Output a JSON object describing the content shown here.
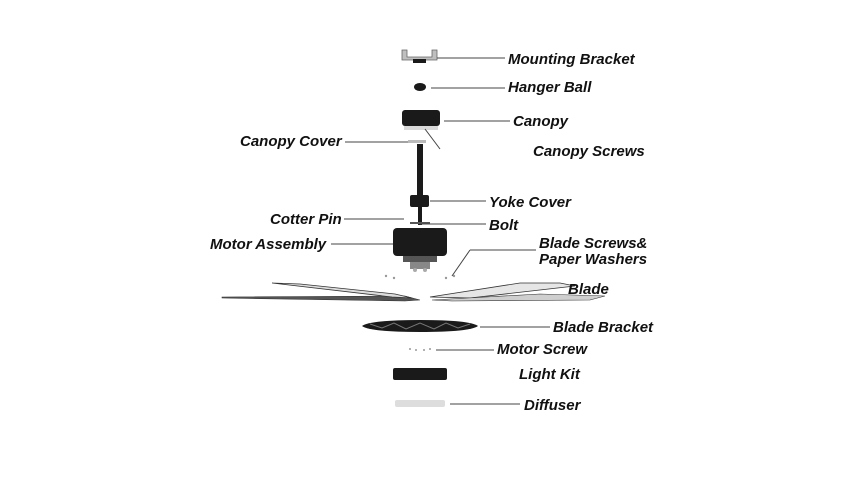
{
  "labels": {
    "mounting_bracket": "Mounting Bracket",
    "hanger_ball": "Hanger Ball",
    "canopy": "Canopy",
    "canopy_cover": "Canopy Cover",
    "canopy_screws": "Canopy Screws",
    "yoke_cover": "Yoke Cover",
    "cotter_pin": "Cotter Pin",
    "bolt": "Bolt",
    "motor_assembly": "Motor Assembly",
    "blade_screws_line1": "Blade Screws&",
    "blade_screws_line2": "Paper Washers",
    "blade": "Blade",
    "blade_bracket": "Blade Bracket",
    "motor_screw": "Motor Screw",
    "light_kit": "Light Kit",
    "diffuser": "Diffuser"
  },
  "colors": {
    "part_dark": "#1a1a1a",
    "part_mid": "#555555",
    "blade_light": "#e6e6e6",
    "diffuser": "#dddddd",
    "leader_line": "#444444",
    "text": "#111111"
  }
}
